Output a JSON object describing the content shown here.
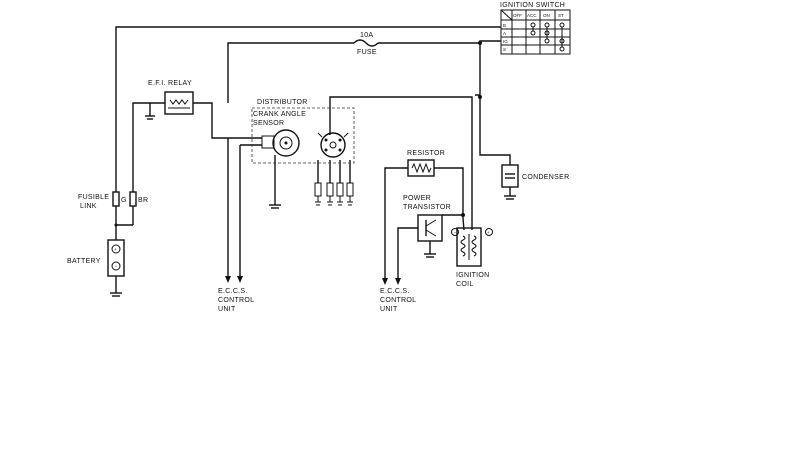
{
  "labels": {
    "ignition_switch": "IGNITION SWITCH",
    "fuse_rating": "10A",
    "fuse": "FUSE",
    "efi_relay": "E.F.I. RELAY",
    "distributor": "DISTRIBUTOR",
    "crank_angle_sensor_1": "CRANK ANGLE",
    "crank_angle_sensor_2": "SENSOR",
    "resistor": "RESISTOR",
    "condenser": "CONDENSER",
    "power_transistor_1": "POWER",
    "power_transistor_2": "TRANSISTOR",
    "fusible_link_1": "FUSIBLE",
    "fusible_link_2": "LINK",
    "wire_g": "G",
    "wire_br": "BR",
    "battery": "BATTERY",
    "eccs_left_1": "E.C.C.S.",
    "eccs_left_2": "CONTROL",
    "eccs_left_3": "UNIT",
    "eccs_right_1": "E.C.C.S.",
    "eccs_right_2": "CONTROL",
    "eccs_right_3": "UNIT",
    "ignition_coil_1": "IGNITION",
    "ignition_coil_2": "COIL",
    "coil_minus": "−",
    "coil_plus": "+",
    "battery_plus": "+",
    "battery_minus": "−"
  },
  "switch_table": {
    "header": [
      "",
      "OFF",
      "ACC",
      "ON",
      "ST"
    ],
    "rows": [
      "B",
      "A",
      "IG",
      "S"
    ]
  }
}
